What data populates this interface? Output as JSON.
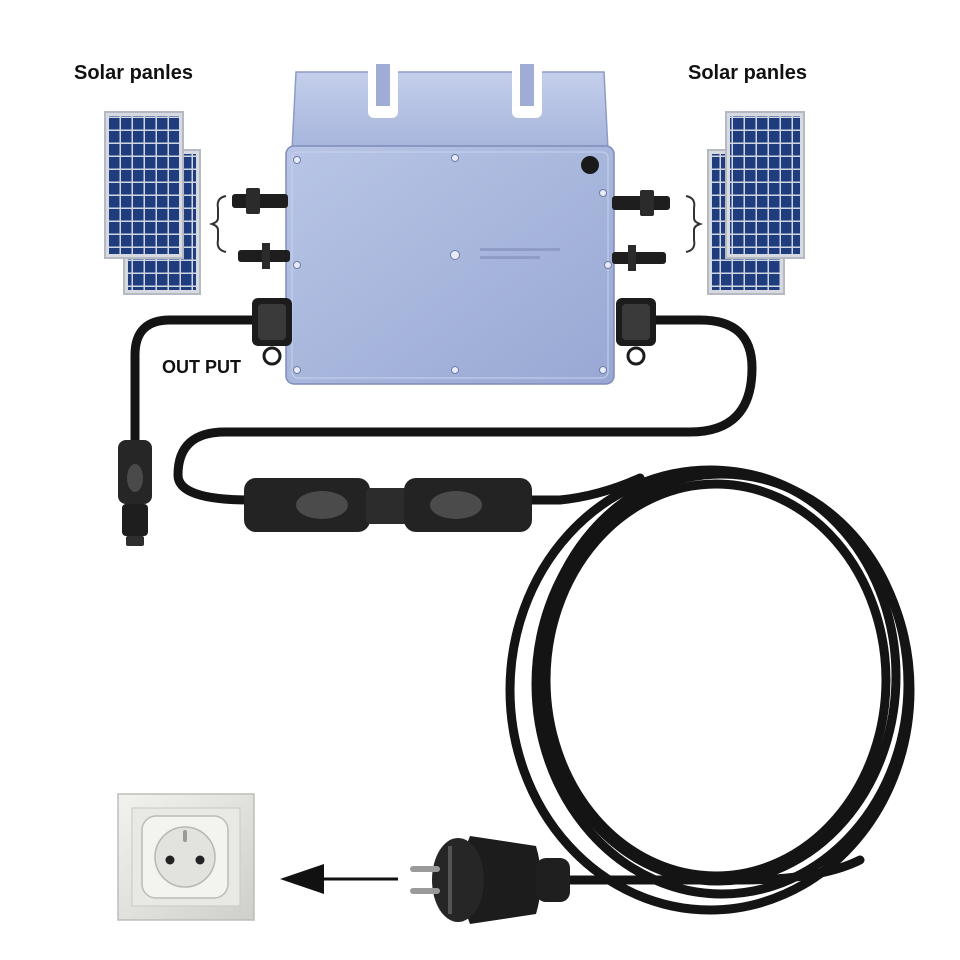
{
  "labels": {
    "solar_left": "Solar panles",
    "solar_right": "Solar panles",
    "output": "OUT PUT"
  },
  "colors": {
    "background": "#ffffff",
    "panel_cell": "#1d3a7a",
    "panel_frame": "#c9ced6",
    "inverter_body": "#a9b7db",
    "inverter_top": "#b9c6e6",
    "cable": "#111111",
    "connector": "#2a2a2a",
    "socket_frame": "#d9d9d6",
    "arrow": "#111111"
  },
  "icons": {
    "panels": "solar-panel-icon",
    "inverter": "micro-inverter-icon",
    "plug": "schuko-plug-icon",
    "socket": "wall-socket-icon",
    "arrow": "arrow-left-icon"
  }
}
